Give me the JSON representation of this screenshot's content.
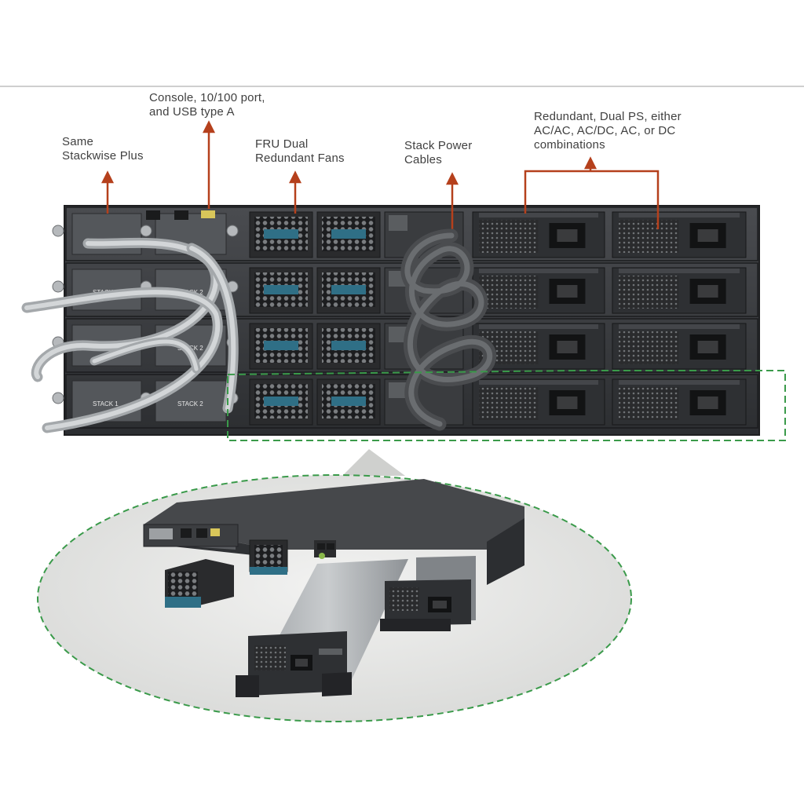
{
  "labels": {
    "stackwise": "Same\nStackwise Plus",
    "console": "Console, 10/100 port,\nand USB type A",
    "fans": "FRU Dual\nRedundant Fans",
    "stack_power": "Stack Power\nCables",
    "power_supply": "Redundant, Dual PS, either\nAC/AC, AC/DC, AC, or DC\ncombinations"
  },
  "port_labels": {
    "stack1": "STACK 1",
    "stack2": "STACK 2"
  },
  "colors": {
    "arrow": "#b5401c",
    "highlight": "#3a9a4a",
    "chassis": "#3b3d40",
    "ellipse_fill": "#e6e7e5"
  }
}
